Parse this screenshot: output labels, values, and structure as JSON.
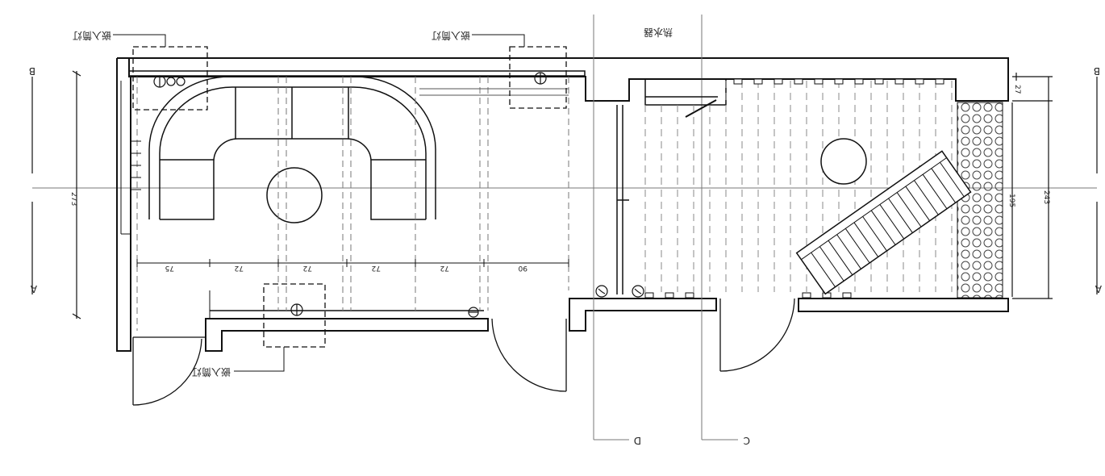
{
  "drawing": {
    "mirrored": true,
    "section_markers": [
      "B",
      "B",
      "A",
      "A",
      "D",
      "C"
    ],
    "annotations": {
      "top_left_callout": "嵌入筒灯",
      "top_center_callout": "嵌入筒灯",
      "bottom_left_callout": "嵌入筒灯",
      "top_right_label": "热水器"
    },
    "dimensions": {
      "row": [
        "75",
        "72",
        "72",
        "72",
        "72",
        "90"
      ],
      "left_height": "273",
      "right_top": "27",
      "right_mid": "243",
      "right_inner": "195"
    },
    "colors": {
      "line": "#111111",
      "dash": "#555555",
      "thin": "#888888"
    }
  }
}
